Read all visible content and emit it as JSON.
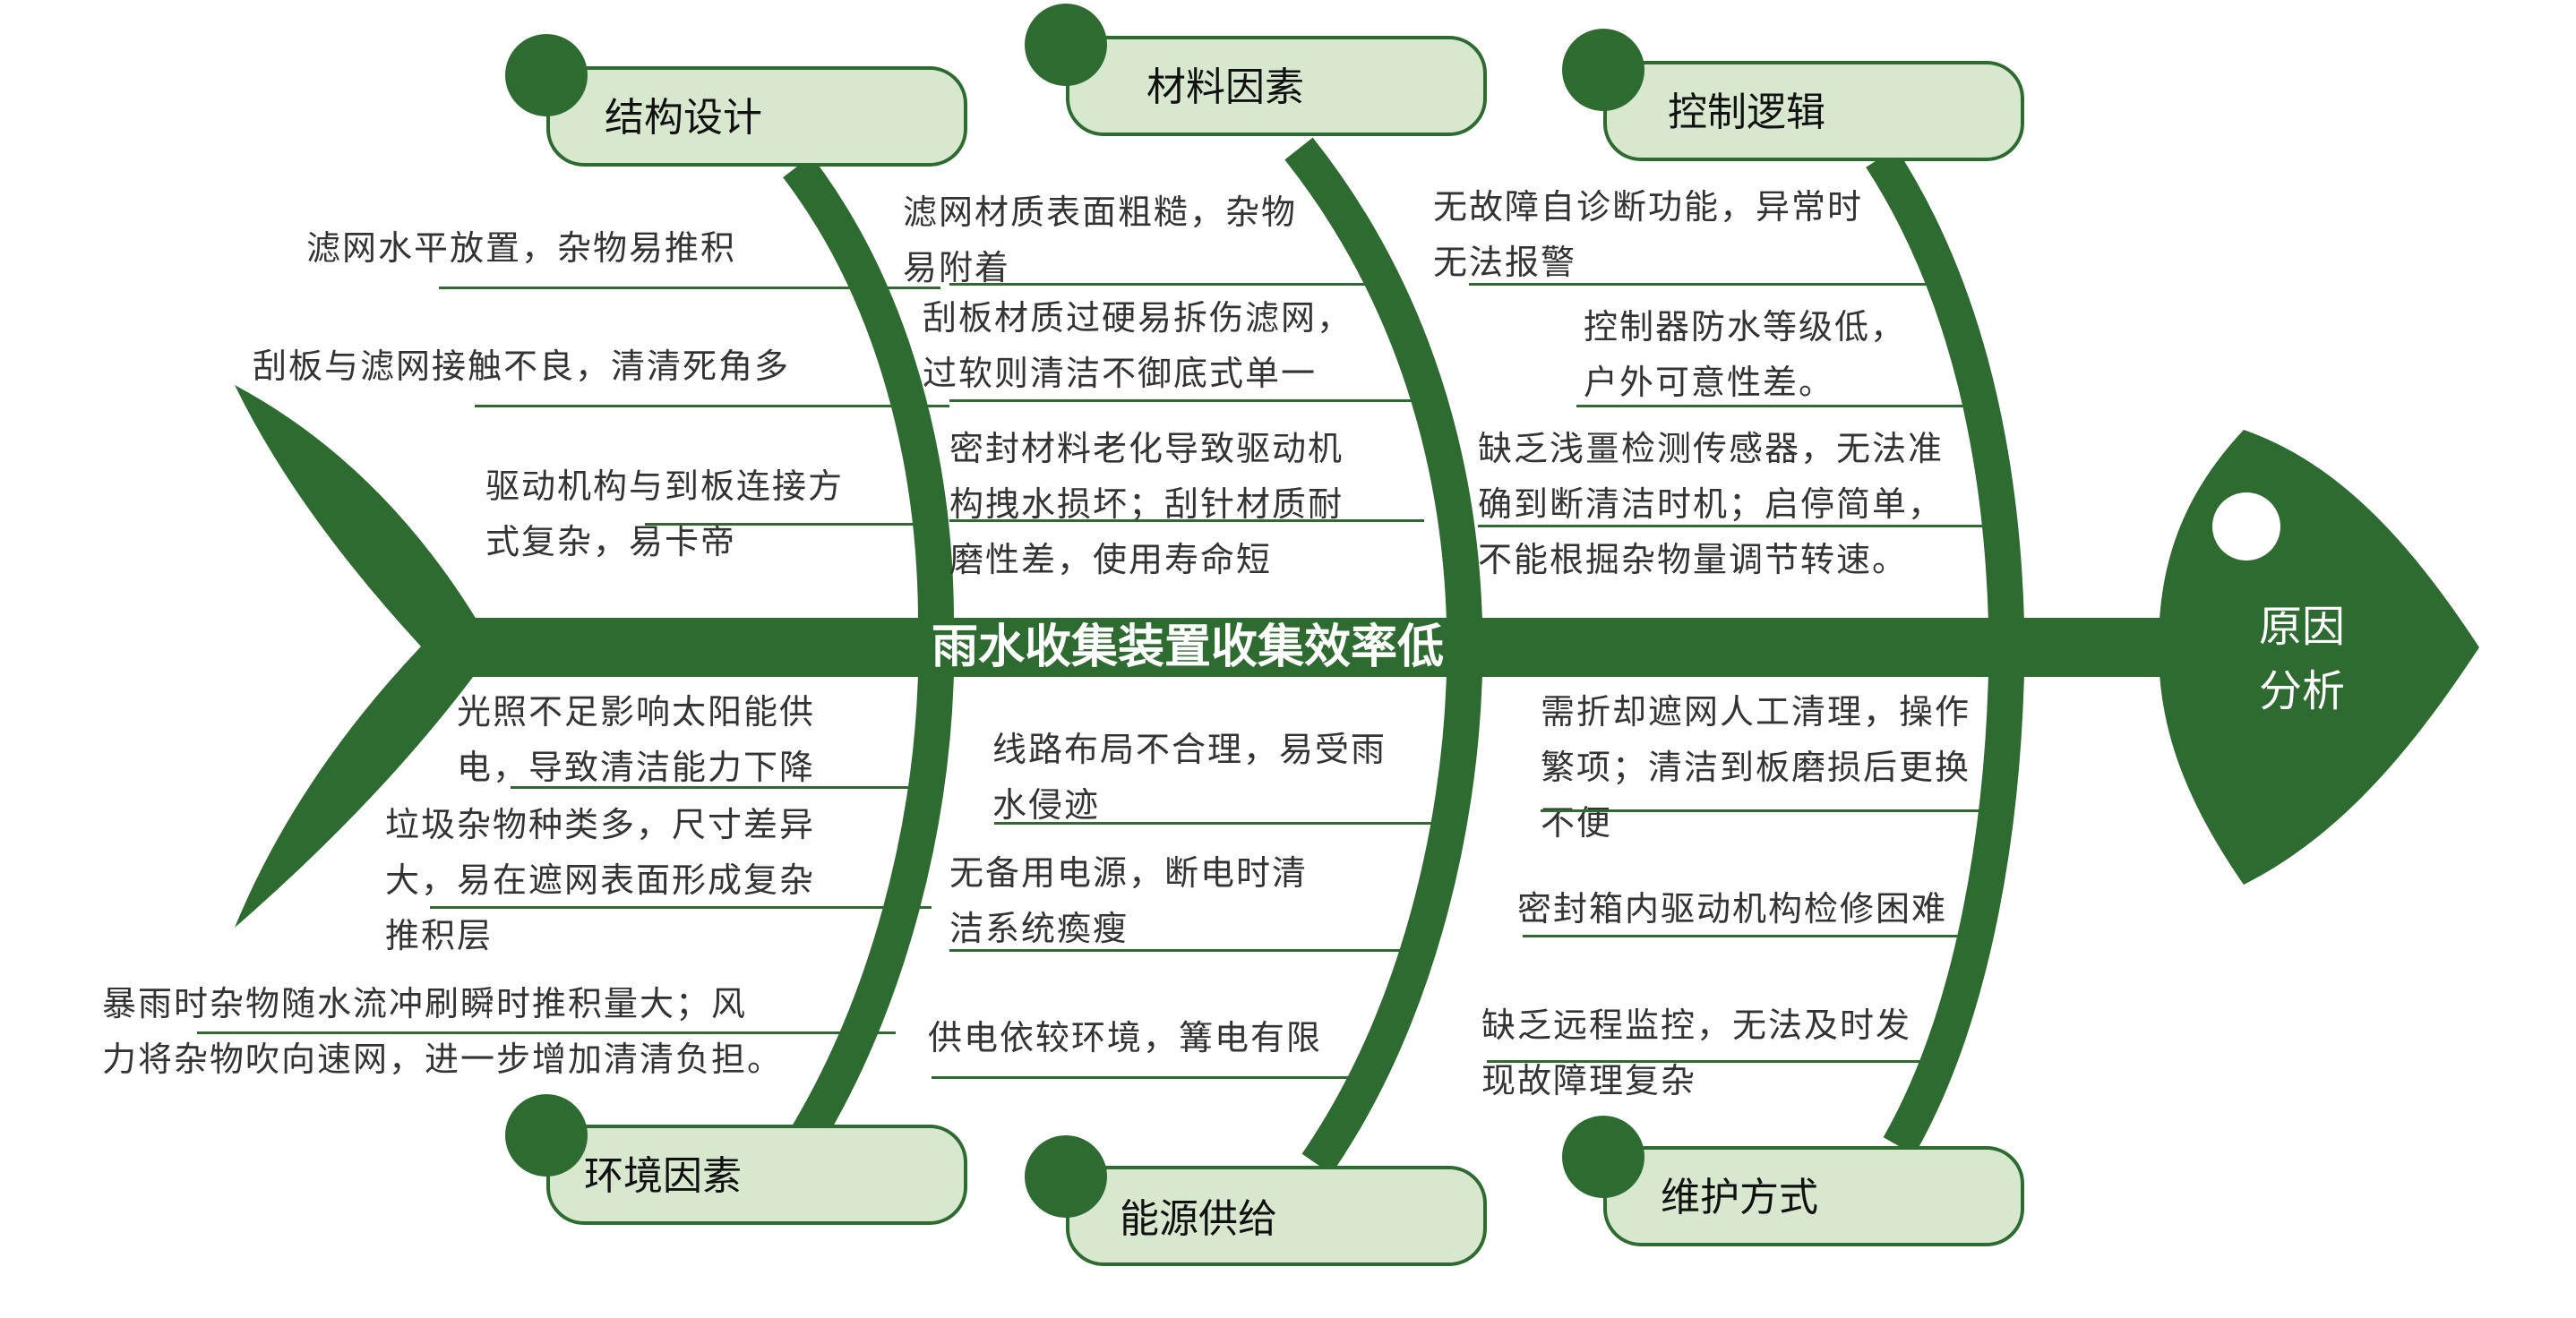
{
  "diagram": {
    "title": "雨水收集装置收集效率低",
    "head_label_line1": "原因",
    "head_label_line2": "分析",
    "colors": {
      "bone": "#2e6b30",
      "box_fill": "#d8e8cf",
      "text": "#333333"
    },
    "categories": [
      {
        "label": "结构设计",
        "position": "top-left",
        "causes": [
          "滤网水平放置，杂物易推积",
          "刮板与滤网接触不良，清清死角多",
          "驱动机构与到板连接方式复杂，易卡帝"
        ]
      },
      {
        "label": "材料因素",
        "position": "top-middle",
        "causes": [
          "滤网材质表面粗糙，杂物易附着",
          "刮板材质过硬易拆伤滤网，过软则清洁不御底式单一",
          "密封材料老化导致驱动机构拽水损坏；刮针材质耐磨性差，使用寿命短"
        ]
      },
      {
        "label": "控制逻辑",
        "position": "top-right",
        "causes": [
          "无故障自诊断功能，异常时无法报警",
          "控制器防水等级低，户外可意性差。",
          "缺乏浅畺检测传感器，无法准确到断清洁时机；启停简单，不能根掘杂物量调节转速。"
        ]
      },
      {
        "label": "环境因素",
        "position": "bottom-left",
        "causes": [
          "光照不足影响太阳能供电，导致清洁能力下降",
          "垃圾杂物种类多，尺寸差异大，易在遮网表面形成复杂推积层",
          "暴雨时杂物随水流冲刷瞬时推积量大；风力将杂物吹向速网，进一步增加清清负担。"
        ]
      },
      {
        "label": "能源供给",
        "position": "bottom-middle",
        "causes": [
          "线路布局不合理，易受雨水侵迹",
          "无备用电源，断电时清洁系统瘓瘦",
          "供电依较环境，篝电有限"
        ]
      },
      {
        "label": "维护方式",
        "position": "bottom-right",
        "causes": [
          "需折却遮网人工清理，操作繁项；清洁到板磨损后更换不便",
          "密封箱内驱动机构检修困难",
          "缺乏远程监控，无法及时发现故障理复杂"
        ]
      }
    ]
  },
  "texts": {
    "c1_1": "滤网水平放置，杂物易推积",
    "c1_2": "刮板与滤网接触不良，清清死角多",
    "c1_3a": "驱动机构与到板连接方",
    "c1_3b": "式复杂，易卡帝",
    "c2_1a": "滤网材质表面粗糙，杂物",
    "c2_1b": "易附着",
    "c2_2a": "刮板材质过硬易拆伤滤网，",
    "c2_2b": "过软则清洁不御底式单一",
    "c2_3a": "密封材料老化导致驱动机",
    "c2_3b": "构拽水损坏；刮针材质耐",
    "c2_3c": "磨性差，使用寿命短",
    "c3_1a": "无故障自诊断功能，异常时",
    "c3_1b": "无法报警",
    "c3_2a": "控制器防水等级低，",
    "c3_2b": "户外可意性差。",
    "c3_3a": "缺乏浅畺检测传感器，无法准",
    "c3_3b": "确到断清洁时机；启停简单，",
    "c3_3c": "不能根掘杂物量调节转速。",
    "c4_1a": "光照不足影响太阳能供",
    "c4_1b": "电，导致清洁能力下降",
    "c4_2a": "垃圾杂物种类多，尺寸差异",
    "c4_2b": "大，易在遮网表面形成复杂",
    "c4_2c": "推积层",
    "c4_3a": "暴雨时杂物随水流冲刷瞬时推积量大；风",
    "c4_3b": "力将杂物吹向速网，进一步增加清清负担。",
    "c5_1a": "线路布局不合理，易受雨",
    "c5_1b": "水侵迹",
    "c5_2a": "无备用电源，断电时清",
    "c5_2b": "洁系统瘓瘦",
    "c5_3": "供电依较环境，篝电有限",
    "c6_1a": "需折却遮网人工清理，操作",
    "c6_1b": "繁项；清洁到板磨损后更换",
    "c6_1c": "不便",
    "c6_2": "密封箱内驱动机构检修困难",
    "c6_3a": "缺乏远程监控，无法及时发",
    "c6_3b": "现故障理复杂"
  }
}
